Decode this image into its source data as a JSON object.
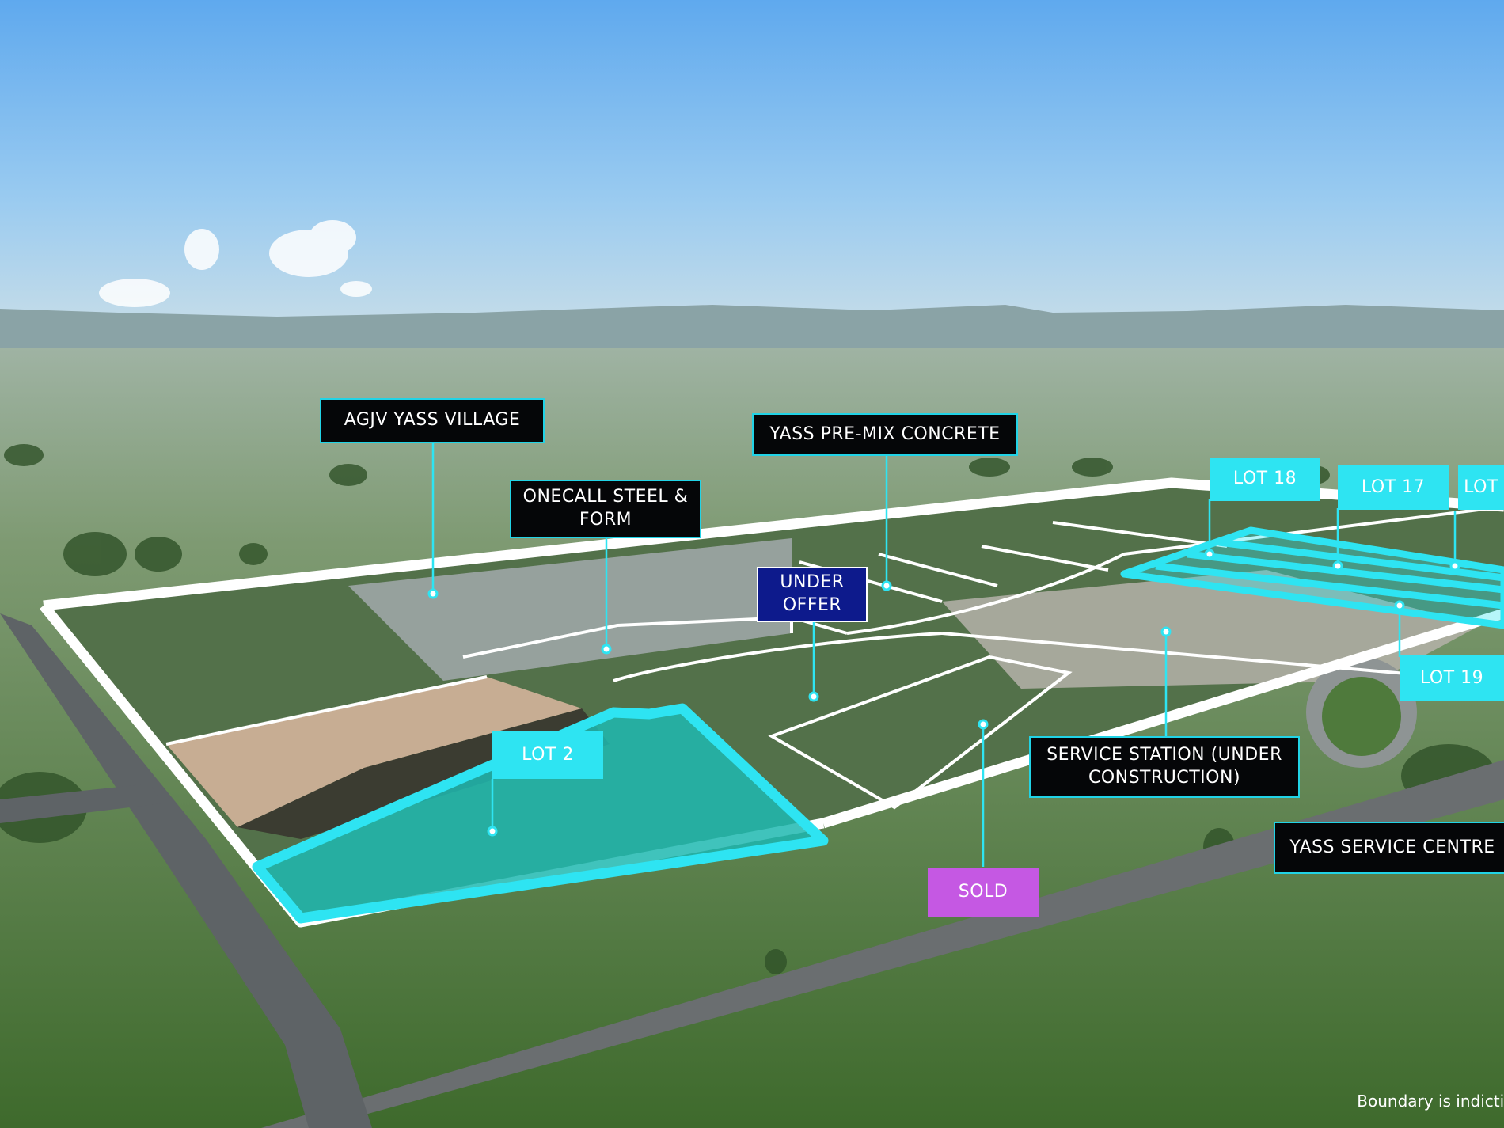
{
  "labels": {
    "agjv": "AGJV YASS VILLAGE",
    "onecall": "ONECALL STEEL & FORM",
    "premix": "YASS PRE-MIX CONCRETE",
    "under_offer": "UNDER OFFER",
    "lot2": "LOT 2",
    "sold": "SOLD",
    "service_station": "SERVICE STATION (UNDER CONSTRUCTION)",
    "yass_service_centre": "YASS SERVICE CENTRE",
    "lot18": "LOT 18",
    "lot17": "LOT 17",
    "lot16": "LOT",
    "lot19": "LOT 19"
  },
  "footer_note": "Boundary is indictiv",
  "colors": {
    "label_dark": "#050608",
    "accent_cyan": "#2ee4f2",
    "under_offer_navy": "#0d1a8c",
    "sold_purple": "#c558e3",
    "boundary": "#ffffff",
    "lot_fill": "#1fb8b0"
  }
}
